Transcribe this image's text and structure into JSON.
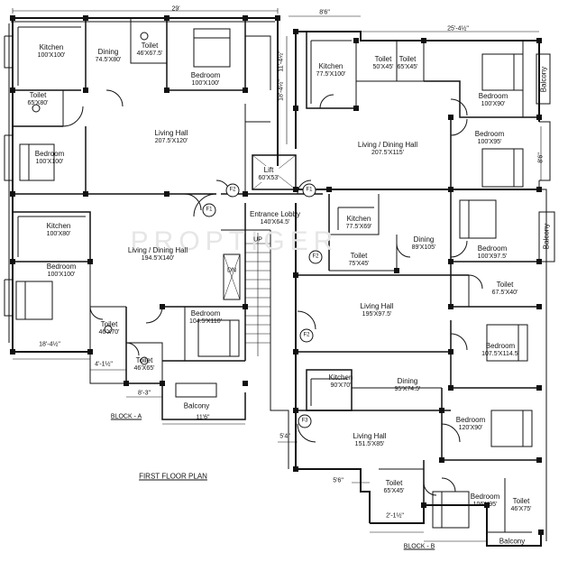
{
  "plan_title": "FIRST FLOOR PLAN",
  "watermark": "PROPTIGER",
  "blocks": {
    "a": "BLOCK - A",
    "b": "BLOCK - B"
  },
  "rooms": {
    "a_kitchen_1": {
      "name": "Kitchen",
      "dims": "100'X100'"
    },
    "a_dining_1": {
      "name": "Dining",
      "dims": "74.5'X80'"
    },
    "a_toilet_1": {
      "name": "Toilet",
      "dims": "46'X67.5'"
    },
    "a_bedroom_1": {
      "name": "Bedroom",
      "dims": "100'X100'"
    },
    "a_toilet_2": {
      "name": "Toilet",
      "dims": "65'X80'"
    },
    "a_living_1": {
      "name": "Living Hall",
      "dims": "207.5'X120'"
    },
    "a_bedroom_2": {
      "name": "Bedroom",
      "dims": "100'X100'"
    },
    "a_kitchen_2": {
      "name": "Kitchen",
      "dims": "100'X80'"
    },
    "a_living_2": {
      "name": "Living / Dining Hall",
      "dims": "194.5'X140'"
    },
    "a_bedroom_3": {
      "name": "Bedroom",
      "dims": "100'X100'"
    },
    "a_toilet_3": {
      "name": "Toilet",
      "dims": "46'X70'"
    },
    "a_toilet_4": {
      "name": "Toilet",
      "dims": "46'X65'"
    },
    "a_bedroom_4": {
      "name": "Bedroom",
      "dims": "104.5'X110'"
    },
    "a_balcony": {
      "name": "Balcony"
    },
    "lift": {
      "name": "Lift",
      "dims": "60'X53'"
    },
    "lobby": {
      "name": "Entrance Lobby",
      "dims": "140'X64.5'"
    },
    "b_kitchen_1": {
      "name": "Kitchen",
      "dims": "77.5'X100'"
    },
    "b_toilet_1": {
      "name": "Toilet",
      "dims": "50'X45'"
    },
    "b_toilet_2": {
      "name": "Toilet",
      "dims": "65'X45'"
    },
    "b_bedroom_1": {
      "name": "Bedroom",
      "dims": "100'X90'"
    },
    "b_living_1": {
      "name": "Living / Dining Hall",
      "dims": "207.5'X115'"
    },
    "b_bedroom_2": {
      "name": "Bedroom",
      "dims": "100'X95'"
    },
    "b_balcony_1": {
      "name": "Balcony"
    },
    "b_kitchen_2": {
      "name": "Kitchen",
      "dims": "77.5'X69'"
    },
    "b_dining_2": {
      "name": "Dining",
      "dims": "89'X105'"
    },
    "b_toilet_3": {
      "name": "Toilet",
      "dims": "75'X45'"
    },
    "b_bedroom_3": {
      "name": "Bedroom",
      "dims": "100'X97.5'"
    },
    "b_toilet_4": {
      "name": "Toilet",
      "dims": "67.5'X40'"
    },
    "b_balcony_2": {
      "name": "Balcony"
    },
    "b_living_2": {
      "name": "Living Hall",
      "dims": "195'X97.5'"
    },
    "b_bedroom_4": {
      "name": "Bedroom",
      "dims": "107.5'X114.5'"
    },
    "b_kitchen_3": {
      "name": "Kitchen",
      "dims": "90'X70'"
    },
    "b_dining_3": {
      "name": "Dining",
      "dims": "95'X74.5'"
    },
    "b_bedroom_5": {
      "name": "Bedroom",
      "dims": "120'X90'"
    },
    "b_living_3": {
      "name": "Living Hall",
      "dims": "151.5'X85'"
    },
    "b_toilet_5": {
      "name": "Toilet",
      "dims": "65'X45'"
    },
    "b_bedroom_6": {
      "name": "Bedroom",
      "dims": "106'X95'"
    },
    "b_toilet_6": {
      "name": "Toilet",
      "dims": "46'X75'"
    },
    "b_balcony_3": {
      "name": "Balcony"
    }
  },
  "flat_markers": {
    "f1a": "F1",
    "f1b": "F1",
    "f2a": "F2",
    "f2b": "F2",
    "f3": "F3",
    "f2c": "F2"
  },
  "dimensions": {
    "a_top": "29'",
    "b_top_1": "8'6\"",
    "b_top_2": "25'-4½\"",
    "a_left_bottom": "18'-4½\"",
    "a_bottom_1": "4'-1½\"",
    "a_bottom_2": "8'-3\"",
    "a_bottom_3": "11'6\"",
    "mid_v_1": "11'-4½\"",
    "mid_v_2": "18'-4½\"",
    "b_left_1": "5'4\"",
    "b_left_2": "5'6\"",
    "b_bottom_1": "2'-1½\"",
    "b_bottom_2": "8'6\""
  },
  "stair_labels": {
    "up": "UP",
    "dn": "DN"
  }
}
